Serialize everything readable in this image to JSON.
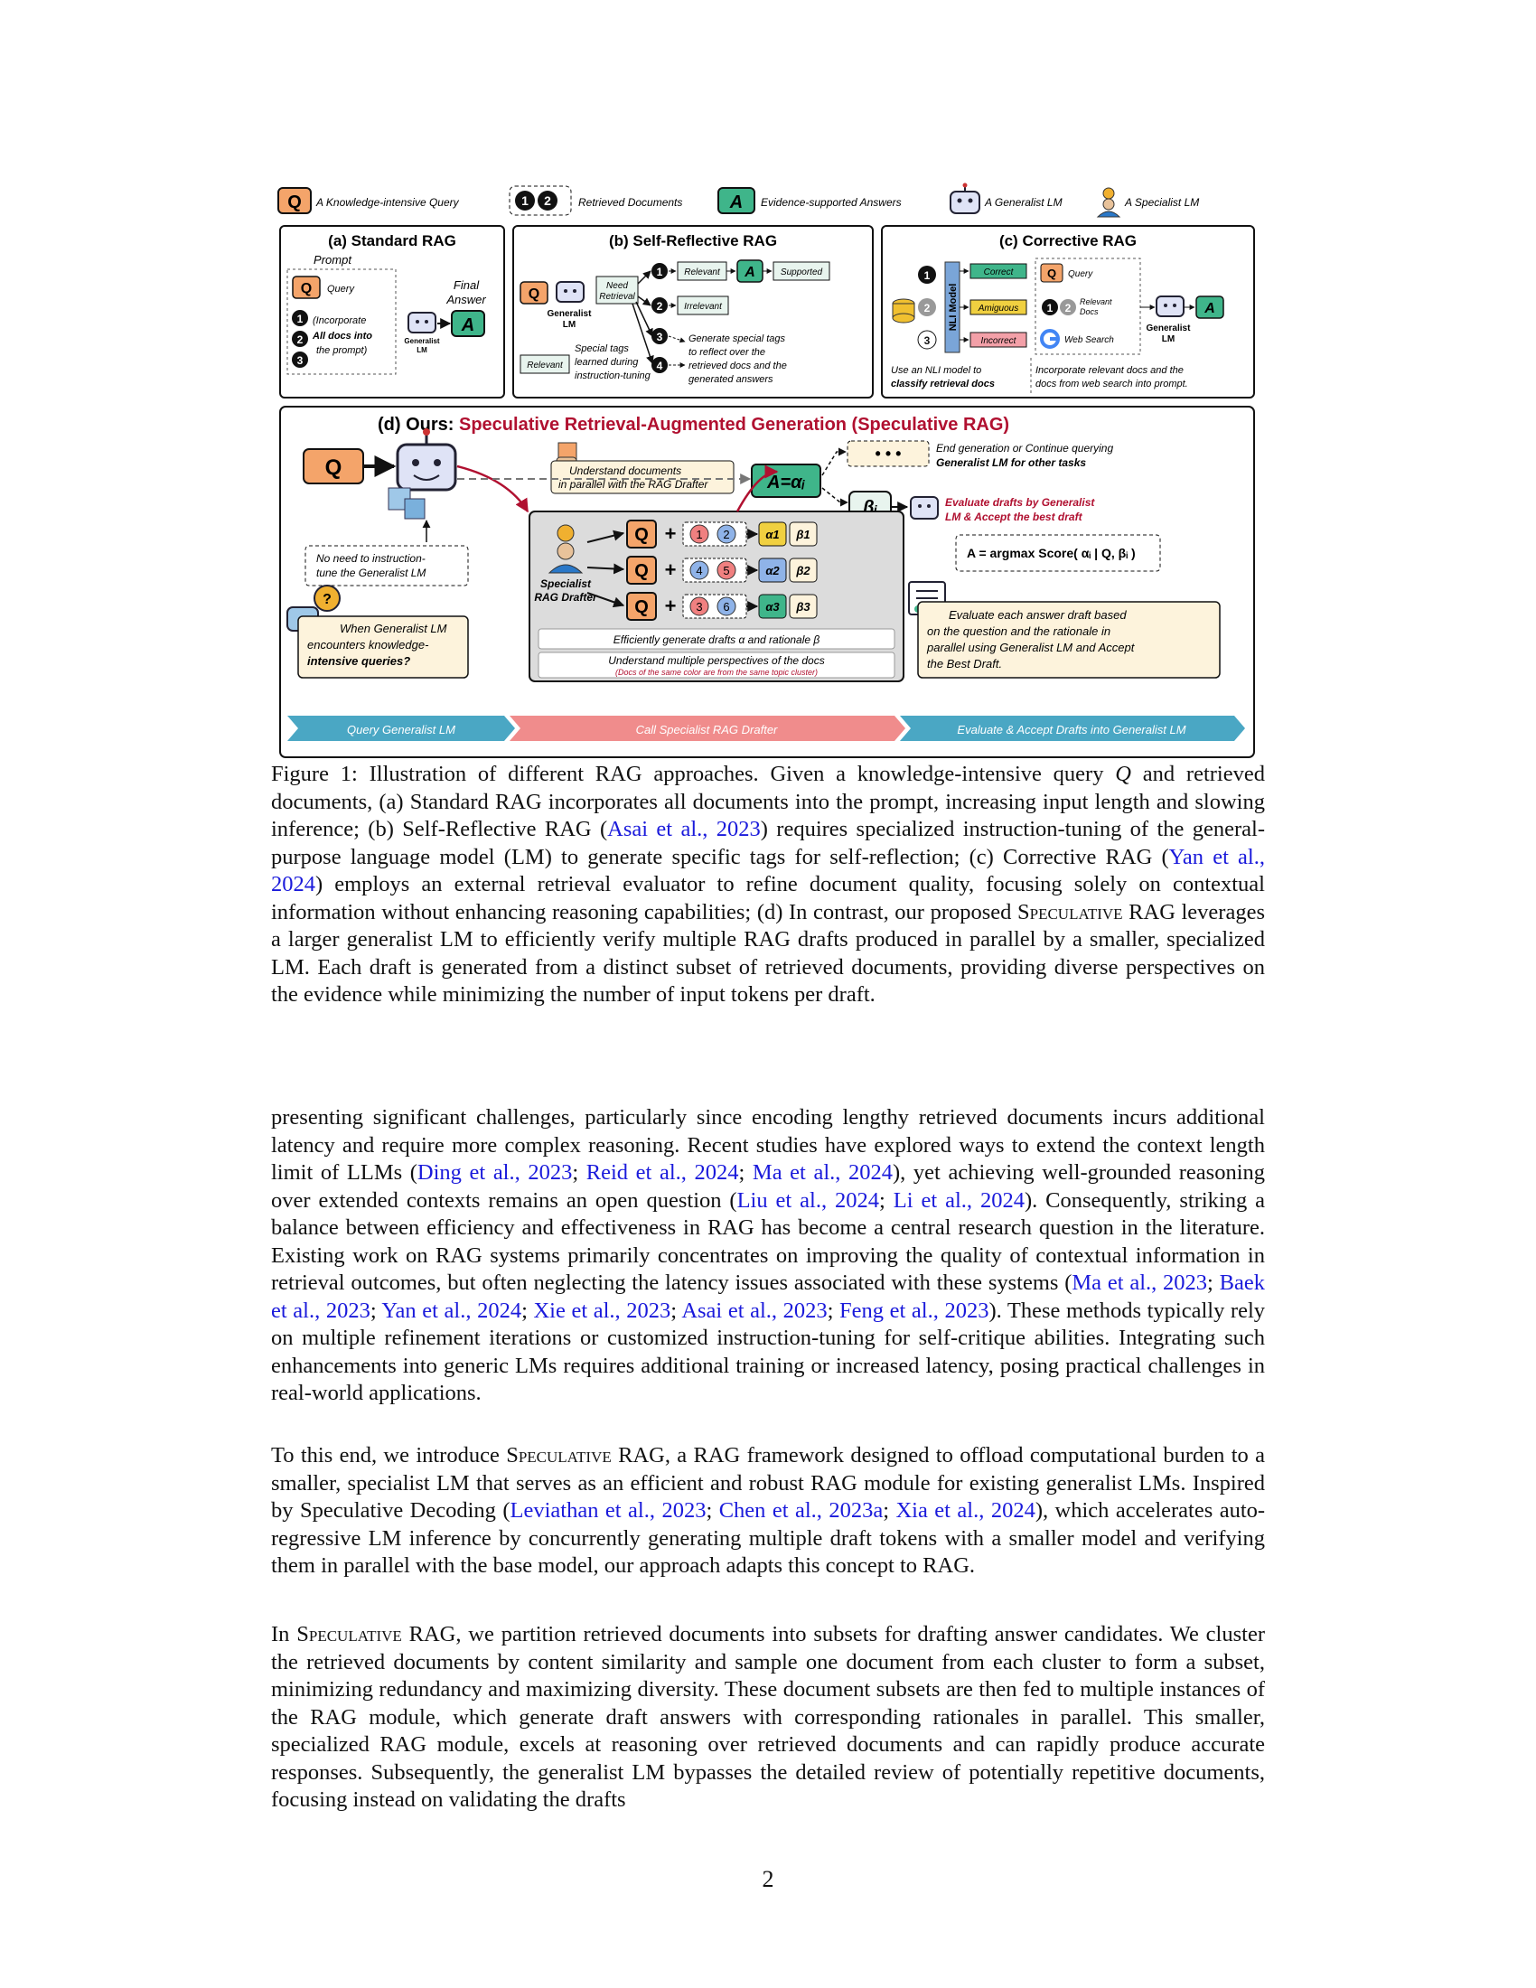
{
  "legend": {
    "query_glyph": "Q",
    "query": "A Knowledge-intensive Query",
    "docs_1": "1",
    "docs_2": "2",
    "docs": "Retrieved Documents",
    "answer_glyph": "A",
    "answer": "Evidence-supported Answers",
    "generalist": "A Generalist LM",
    "specialist": "A Specialist LM"
  },
  "panel_a": {
    "title": "(a) Standard RAG",
    "prompt": "Prompt",
    "query": "Query",
    "incorporate_1": "(Incorporate",
    "incorporate_2": "All docs into",
    "incorporate_3": "the prompt)",
    "generalist_1": "Generalist",
    "generalist_2": "LM",
    "final_1": "Final",
    "final_2": "Answer",
    "answer": "A",
    "q": "Q",
    "n1": "1",
    "n2": "2",
    "n3": "3"
  },
  "panel_b": {
    "title": "(b) Self-Reflective RAG",
    "need_1": "Need",
    "need_2": "Retrieval",
    "generalist_1": "Generalist",
    "generalist_2": "LM",
    "relevant": "Relevant",
    "irrelevant": "Irrelevant",
    "supported": "Supported",
    "answer": "A",
    "q": "Q",
    "tag_relevant": "Relevant",
    "special_1": "Special tags",
    "special_2": "learned during",
    "special_3": "instruction-tuning",
    "gen_1": "Generate special tags",
    "gen_2": "to reflect over the",
    "gen_3": "retrieved docs and the",
    "gen_4": "generated answers",
    "n1": "1",
    "n2": "2",
    "n3": "3",
    "n4": "4"
  },
  "panel_c": {
    "title": "(c) Corrective RAG",
    "nli": "NLI Model",
    "correct": "Correct",
    "ambiguous": "Amiguous",
    "incorrect": "Incorrect",
    "query": "Query",
    "relevant_1": "Relevant",
    "relevant_2": "Docs",
    "web": "Web Search",
    "generalist_1": "Generalist",
    "generalist_2": "LM",
    "answer": "A",
    "q": "Q",
    "nli_note_1": "Use an NLI model to",
    "nli_note_2": "classify retrieval docs",
    "inc_note_1": "Incorporate relevant docs and the",
    "inc_note_2": "docs from web search into prompt.",
    "n1": "1",
    "n2": "2",
    "n3": "3"
  },
  "panel_d": {
    "title_prefix": "(d) Ours: ",
    "title_main": "Speculative Retrieval-Augmented Generation (Speculative RAG)",
    "q": "Q",
    "understand_1": "Understand documents",
    "understand_2": "in parallel with the RAG Drafter",
    "a_eq": "A=αᵢ",
    "end_1": "End generation or Continue querying",
    "end_2": "Generalist LM for other tasks",
    "beta": "βᵢ",
    "eval_1": "Evaluate drafts by Generalist",
    "eval_2": "LM & Accept the best draft",
    "formula": "A = argmax Score( αᵢ | Q, βᵢ )",
    "no_need_1": "No need to instruction-",
    "no_need_2": "tune the Generalist LM",
    "when_1": "When Generalist LM",
    "when_2": "encounters knowledge-",
    "when_3": "intensive queries?",
    "specialist_1": "Specialist",
    "specialist_2": "RAG Drafter",
    "rows": [
      {
        "d1": "1",
        "d2": "2",
        "alpha": "α1",
        "beta": "β1"
      },
      {
        "d1": "4",
        "d2": "5",
        "alpha": "α2",
        "beta": "β2"
      },
      {
        "d1": "3",
        "d2": "6",
        "alpha": "α3",
        "beta": "β3"
      }
    ],
    "efficient": "Efficiently generate drafts α and rationale β",
    "multi": "Understand multiple perspectives of the docs",
    "same_color": "(Docs of the same color are from the same topic cluster)",
    "evalbox_1": "Evaluate each answer draft based",
    "evalbox_2": "on the question and the rationale in",
    "evalbox_3": "parallel using Generalist LM and Accept",
    "evalbox_4": "the Best Draft.",
    "stage_1": "Query Generalist LM",
    "stage_2": "Call Specialist RAG Drafter",
    "stage_3": "Evaluate & Accept Drafts into Generalist LM"
  },
  "caption": {
    "t1": "Figure 1:  Illustration of different RAG approaches.  Given a knowledge-intensive query ",
    "q": "Q",
    "t2": " and retrieved documents, (a) Standard RAG incorporates all documents into the prompt, increasing input length and slowing inference; (b) Self-Reflective RAG (",
    "c1a": "Asai et al.",
    "c1b": "2023",
    "t3": ") requires specialized instruction-tuning of the general-purpose language model (LM) to generate specific tags for self-reflection; (c) Corrective RAG (",
    "c2a": "Yan et al.",
    "c2b": "2024",
    "t4": ") employs an external retrieval evaluator to refine document quality, focusing solely on contextual information without enhancing reasoning capabilities; (d) In contrast, our proposed ",
    "sc": "Speculative",
    "t5": " RAG leverages a larger generalist LM to efficiently verify multiple RAG drafts produced in parallel by a smaller, specialized LM. Each draft is generated from a distinct subset of retrieved documents, providing diverse perspectives on the evidence while minimizing the number of input tokens per draft."
  },
  "p1": {
    "t1": "presenting significant challenges, particularly since encoding lengthy retrieved documents incurs additional latency and require more complex reasoning. Recent studies have explored ways to extend the context length limit of LLMs (",
    "c1a": "Ding et al.",
    "c1b": "2023",
    "c2a": "Reid et al.",
    "c2b": "2024",
    "c3a": "Ma et al.",
    "c3b": "2024",
    "t2": "), yet achieving well-grounded reasoning over extended contexts remains an open question (",
    "c4a": "Liu et al.",
    "c4b": "2024",
    "c5a": "Li et al.",
    "c5b": "2024",
    "t3": "). Consequently, striking a balance between efficiency and effectiveness in RAG has become a central research question in the literature. Existing work on RAG systems primarily concentrates on improving the quality of contextual information in retrieval outcomes, but often neglecting the latency issues associated with these systems (",
    "c6a": "Ma et al.",
    "c6b": "2023",
    "c7a": "Baek et al.",
    "c7b": "2023",
    "c8a": "Yan et al.",
    "c8b": "2024",
    "c9a": "Xie et al.",
    "c9b": "2023",
    "c10a": "Asai et al.",
    "c10b": "2023",
    "c11a": "Feng et al.",
    "c11b": "2023",
    "t4": "). These methods typically rely on multiple refinement iterations or customized instruction-tuning for self-critique abilities. Integrating such enhancements into generic LMs requires additional training or increased latency, posing practical challenges in real-world applications."
  },
  "p2": {
    "t1": "To this end, we introduce ",
    "sc": "Speculative",
    "t2": " RAG, a RAG framework designed to offload computational burden to a smaller, specialist LM that serves as an efficient and robust RAG module for existing generalist LMs. Inspired by Speculative Decoding (",
    "c1a": "Leviathan et al.",
    "c1b": "2023",
    "c2a": "Chen et al.",
    "c2b": "2023a",
    "c3a": "Xia et al.",
    "c3b": "2024",
    "t3": "), which accelerates auto-regressive LM inference by concurrently generating multiple draft tokens with a smaller model and verifying them in parallel with the base model, our approach adapts this concept to RAG."
  },
  "p3": {
    "t1": "In ",
    "sc": "Speculative",
    "t2": " RAG, we partition retrieved documents into subsets for drafting answer candidates. We cluster the retrieved documents by content similarity and sample one document from each cluster to form a subset, minimizing redundancy and maximizing diversity. These document subsets are then fed to multiple instances of the RAG module, which generate draft answers with corresponding rationales in parallel. This smaller, specialized RAG module, excels at reasoning over retrieved documents and can rapidly produce accurate responses. Subsequently, the generalist LM bypasses the detailed review of potentially repetitive documents, focusing instead on validating the drafts"
  },
  "page_number": "2"
}
